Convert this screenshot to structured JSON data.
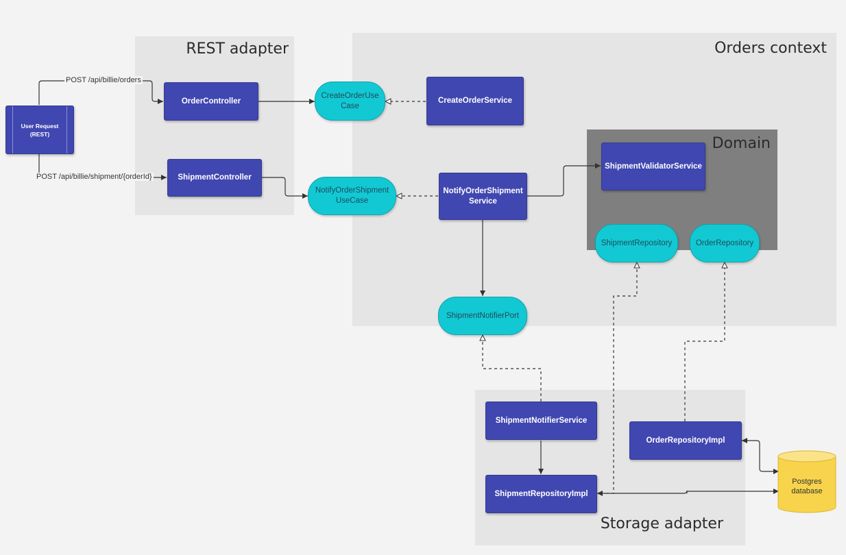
{
  "regions": {
    "rest_adapter": "REST adapter",
    "orders_context": "Orders context",
    "domain": "Domain",
    "storage_adapter": "Storage adapter"
  },
  "actor": {
    "label": "User Request\n(REST)"
  },
  "edges": {
    "post_orders": "POST /api/billie/orders",
    "post_shipment": "POST /api/billie/shipment/{orderId}"
  },
  "nodes": {
    "order_controller": "OrderController",
    "shipment_controller": "ShipmentController",
    "create_order_use_case": "CreateOrderUse\nCase",
    "notify_order_shipment_use_case": "NotifyOrderShipment\nUseCase",
    "create_order_service": "CreateOrderService",
    "notify_order_shipment_service": "NotifyOrderShipment\nService",
    "shipment_validator_service": "ShipmentValidatorService",
    "shipment_repository": "ShipmentRepository",
    "order_repository": "OrderRepository",
    "shipment_notifier_port": "ShipmentNotifierPort",
    "shipment_notifier_service": "ShipmentNotifierService",
    "order_repository_impl": "OrderRepositoryImpl",
    "shipment_repository_impl": "ShipmentRepositoryImpl",
    "postgres_database": "Postgres\ndatabase"
  },
  "colors": {
    "region": "#e5e5e5",
    "domain_region": "#7f7f7f",
    "component": "#4047b0",
    "port": "#12c9d3",
    "database": "#f7d44c"
  }
}
